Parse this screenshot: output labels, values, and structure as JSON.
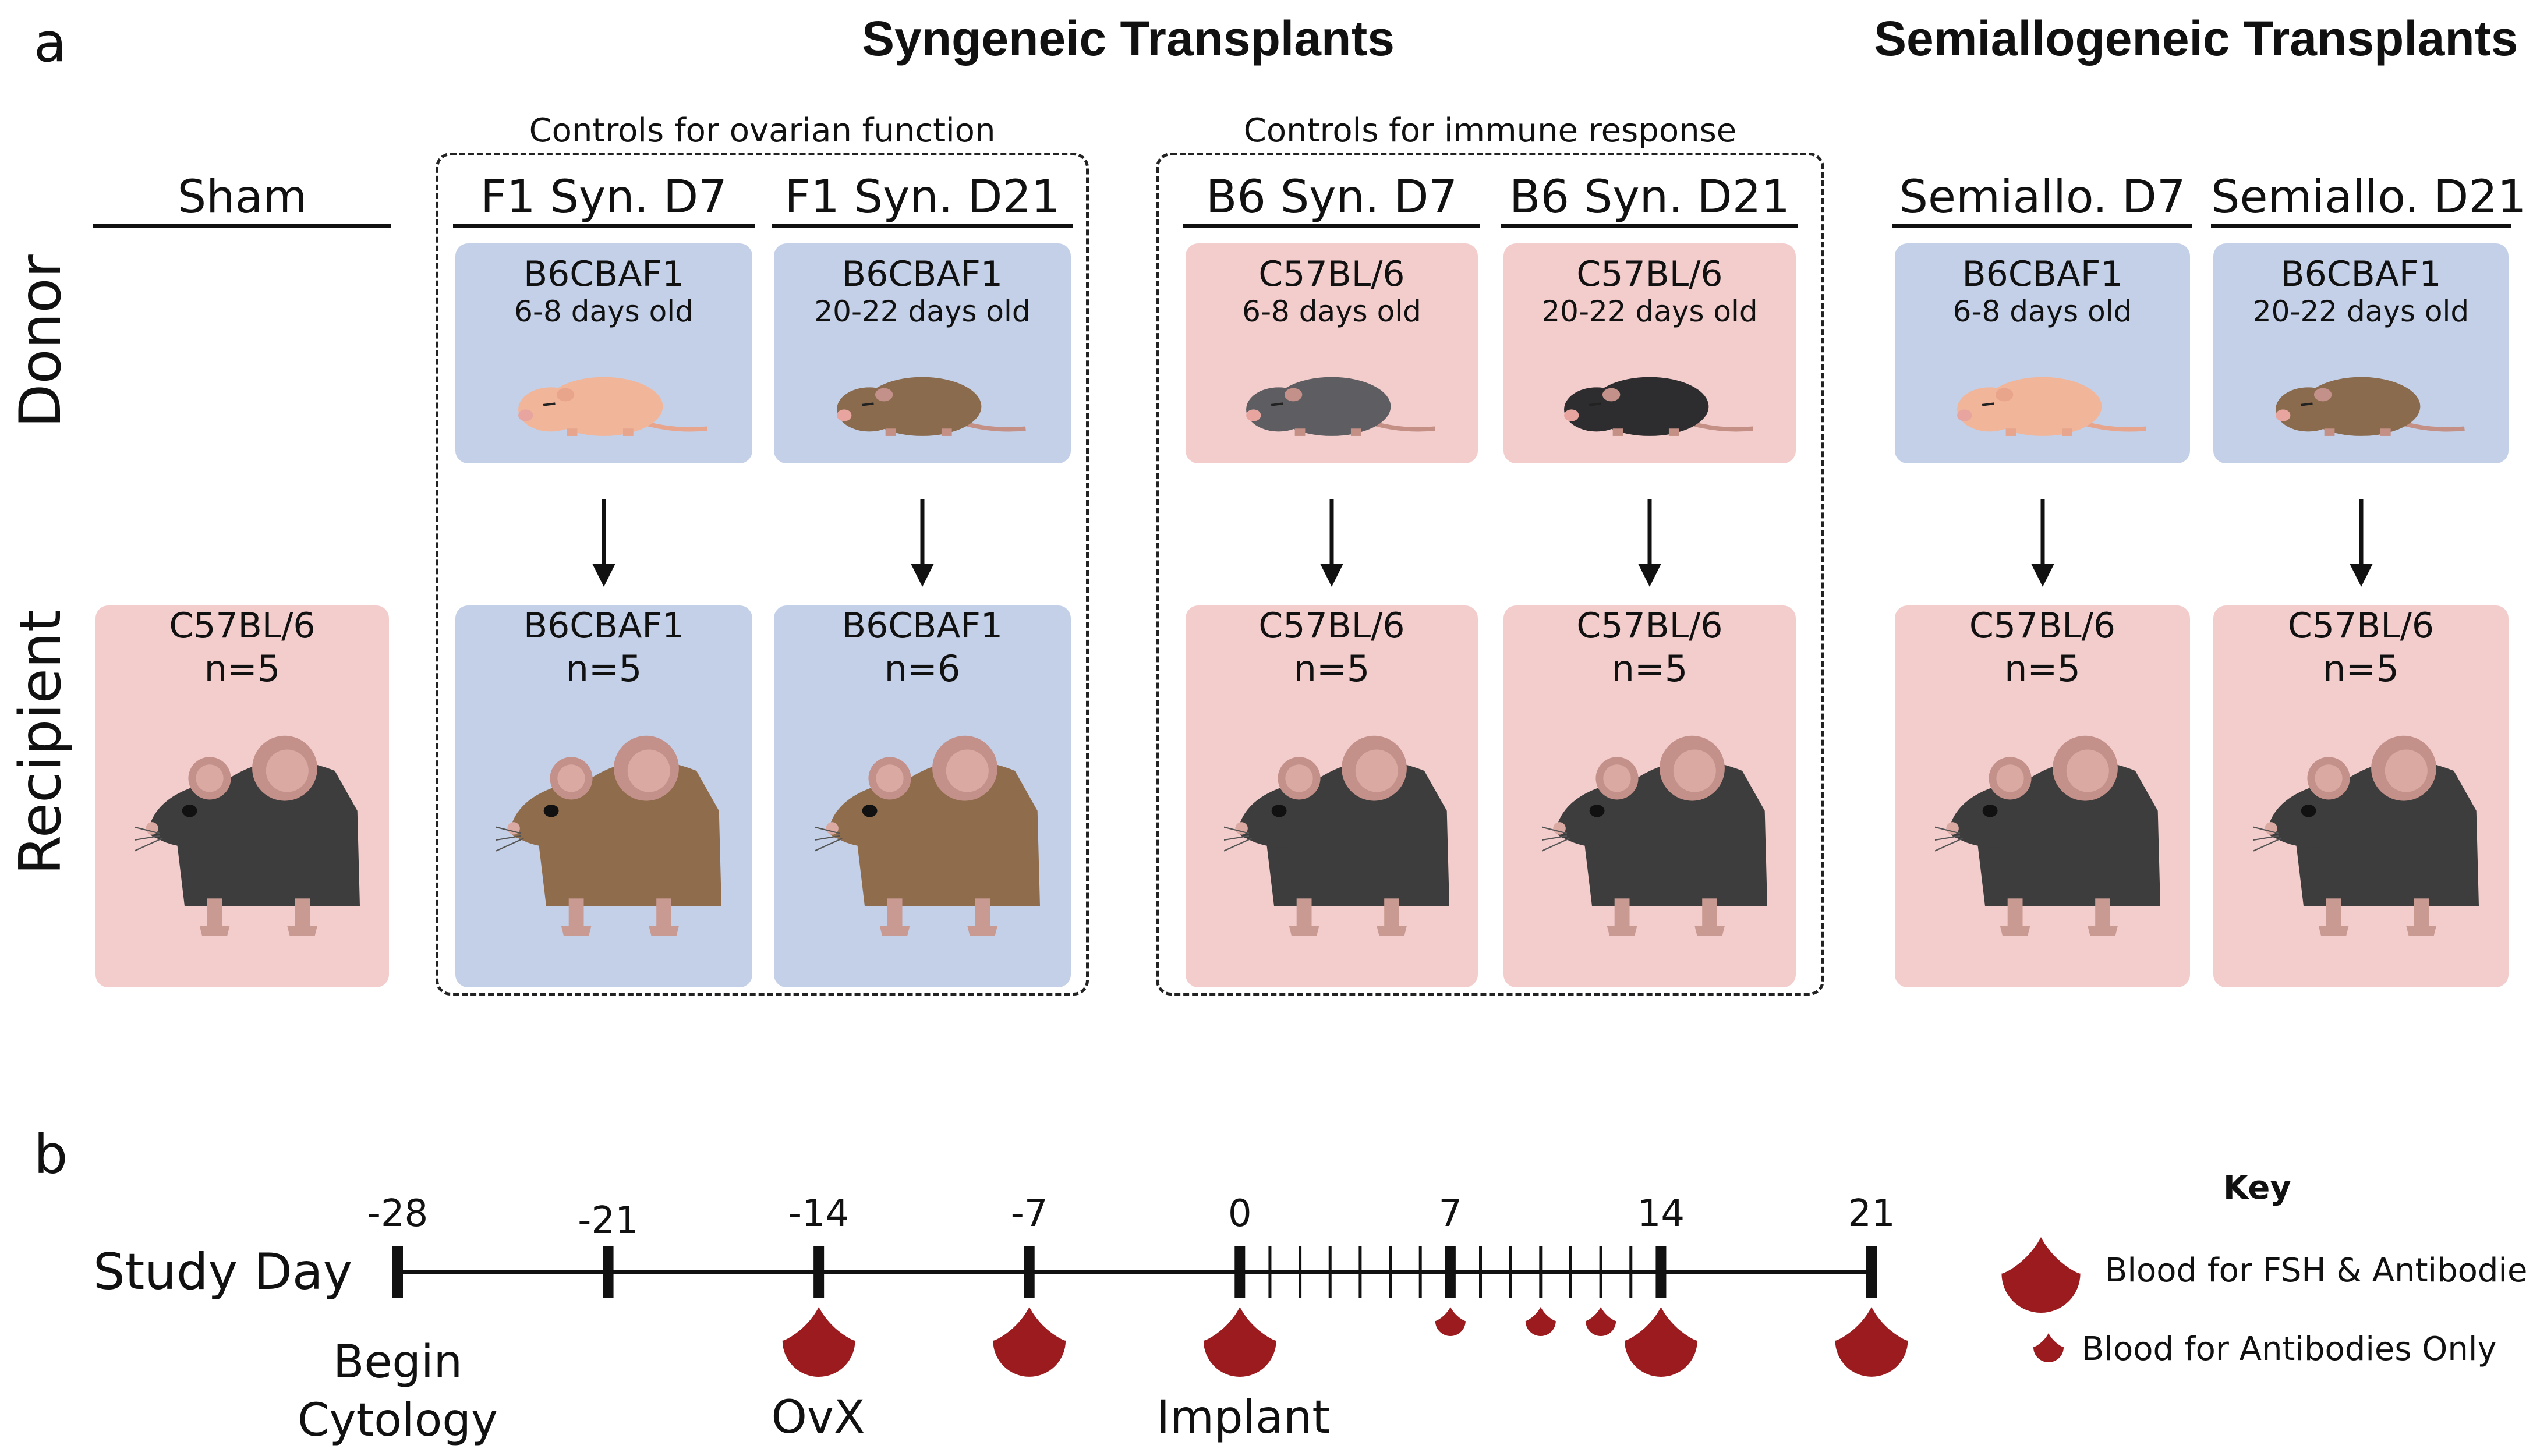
{
  "panel_a": {
    "letter": "a",
    "titles": {
      "syngeneic": "Syngeneic Transplants",
      "semiallogeneic": "Semiallogeneic Transplants"
    },
    "group_captions": {
      "ovarian": "Controls for ovarian function",
      "immune": "Controls for immune response"
    },
    "row_labels": {
      "donor": "Donor",
      "recipient": "Recipient"
    },
    "columns": [
      {
        "name": "Sham",
        "donor": null,
        "recipient": {
          "strain": "C57BL/6",
          "n": "n=5",
          "color": "#f3cccc",
          "fur": "#3d3d3d"
        }
      },
      {
        "name": "F1 Syn. D7",
        "donor": {
          "strain": "B6CBAF1",
          "age": "6-8 days old",
          "color": "#c3d0e8",
          "pup": "pink"
        },
        "recipient": {
          "strain": "B6CBAF1",
          "n": "n=5",
          "color": "#c3d0e8",
          "fur": "#8f6c4c"
        }
      },
      {
        "name": "F1 Syn. D21",
        "donor": {
          "strain": "B6CBAF1",
          "age": "20-22 days old",
          "color": "#c3d0e8",
          "pup": "brown"
        },
        "recipient": {
          "strain": "B6CBAF1",
          "n": "n=6",
          "color": "#c3d0e8",
          "fur": "#8f6c4c"
        }
      },
      {
        "name": "B6 Syn. D7",
        "donor": {
          "strain": "C57BL/6",
          "age": "6-8 days old",
          "color": "#f3cccc",
          "pup": "grey"
        },
        "recipient": {
          "strain": "C57BL/6",
          "n": "n=5",
          "color": "#f3cccc",
          "fur": "#3d3d3d"
        }
      },
      {
        "name": "B6 Syn. D21",
        "donor": {
          "strain": "C57BL/6",
          "age": "20-22 days old",
          "color": "#f3cccc",
          "pup": "black"
        },
        "recipient": {
          "strain": "C57BL/6",
          "n": "n=5",
          "color": "#f3cccc",
          "fur": "#3d3d3d"
        }
      },
      {
        "name": "Semiallo. D7",
        "donor": {
          "strain": "B6CBAF1",
          "age": "6-8 days old",
          "color": "#c3d0e8",
          "pup": "pink"
        },
        "recipient": {
          "strain": "C57BL/6",
          "n": "n=5",
          "color": "#f3cccc",
          "fur": "#3d3d3d"
        }
      },
      {
        "name": "Semiallo. D21",
        "donor": {
          "strain": "B6CBAF1",
          "age": "20-22 days old",
          "color": "#c3d0e8",
          "pup": "brown"
        },
        "recipient": {
          "strain": "C57BL/6",
          "n": "n=5",
          "color": "#f3cccc",
          "fur": "#3d3d3d"
        }
      }
    ]
  },
  "panel_b": {
    "letter": "b",
    "axis_label": "Study Day",
    "major_days": [
      "-28",
      "-21",
      "-14",
      "-7",
      "0",
      "7",
      "14",
      "21"
    ],
    "events": {
      "begin_line1": "Begin",
      "begin_line2": "Cytology",
      "ovx": "OvX",
      "implant": "Implant"
    },
    "key": {
      "title": "Key",
      "large": "Blood for FSH & Antibodies",
      "small": "Blood for Antibodies Only"
    },
    "blood_color": "#9b1b1e"
  }
}
